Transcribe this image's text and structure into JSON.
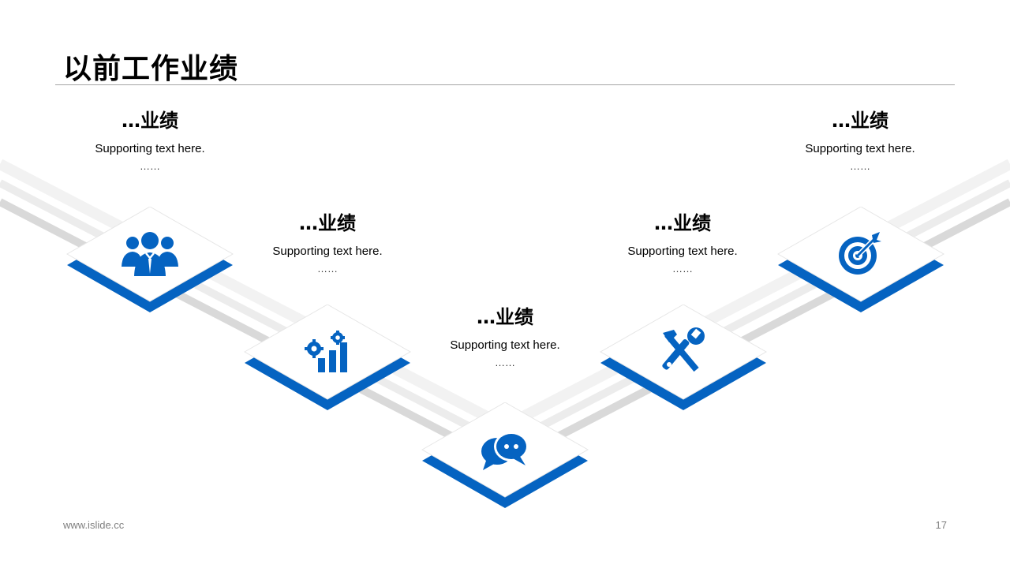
{
  "title": "以前工作业绩",
  "accent_color": "#0563c1",
  "steps": [
    {
      "title": "…业绩",
      "desc": "Supporting text here.",
      "more": "……",
      "icon": "team-icon"
    },
    {
      "title": "…业绩",
      "desc": "Supporting text here.",
      "more": "……",
      "icon": "growth-chart-icon"
    },
    {
      "title": "…业绩",
      "desc": "Supporting text here.",
      "more": "……",
      "icon": "chat-bubbles-icon"
    },
    {
      "title": "…业绩",
      "desc": "Supporting text here.",
      "more": "……",
      "icon": "tools-icon"
    },
    {
      "title": "…业绩",
      "desc": "Supporting text here.",
      "more": "……",
      "icon": "target-icon"
    }
  ],
  "footer": {
    "url": "www.islide.cc",
    "page": "17"
  }
}
